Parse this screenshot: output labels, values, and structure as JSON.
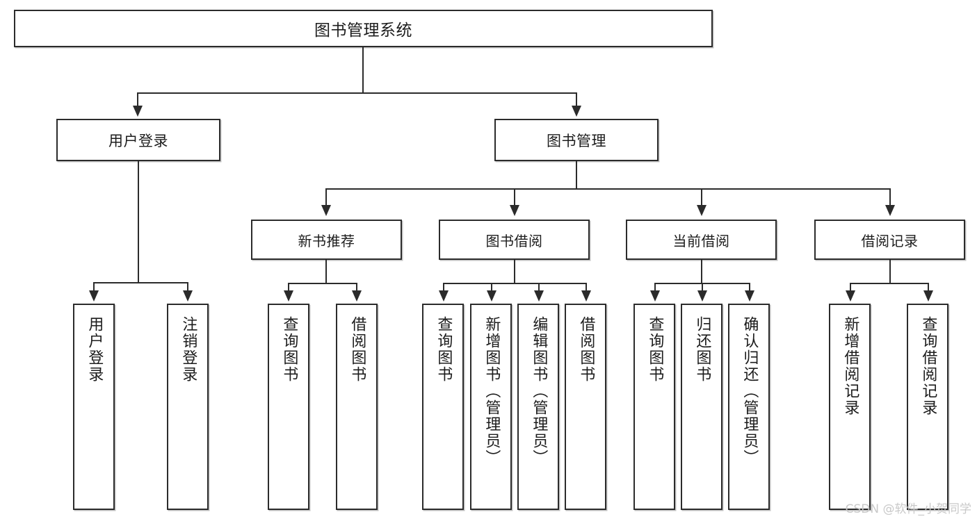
{
  "diagram": {
    "type": "tree-hierarchy",
    "title": "图书管理系统",
    "root": {
      "id": "root",
      "label": "图书管理系统"
    },
    "level1": [
      {
        "id": "user-login",
        "label": "用户登录"
      },
      {
        "id": "book-management",
        "label": "图书管理"
      }
    ],
    "level2": [
      {
        "id": "new-book-recommend",
        "label": "新书推荐",
        "parent": "book-management"
      },
      {
        "id": "book-borrow",
        "label": "图书借阅",
        "parent": "book-management"
      },
      {
        "id": "current-borrow",
        "label": "当前借阅",
        "parent": "book-management"
      },
      {
        "id": "borrow-record",
        "label": "借阅记录",
        "parent": "book-management"
      }
    ],
    "leaves": {
      "user-login": [
        {
          "id": "leaf-user-login",
          "label": "用户登录"
        },
        {
          "id": "leaf-user-logout",
          "label": "注销登录"
        }
      ],
      "new-book-recommend": [
        {
          "id": "leaf-query-book-1",
          "label": "查询图书"
        },
        {
          "id": "leaf-borrow-book-1",
          "label": "借阅图书"
        }
      ],
      "book-borrow": [
        {
          "id": "leaf-query-book-2",
          "label": "查询图书"
        },
        {
          "id": "leaf-add-book",
          "label": "新增图书（管理员）"
        },
        {
          "id": "leaf-edit-book",
          "label": "编辑图书（管理员）"
        },
        {
          "id": "leaf-borrow-book-2",
          "label": "借阅图书"
        }
      ],
      "current-borrow": [
        {
          "id": "leaf-query-book-3",
          "label": "查询图书"
        },
        {
          "id": "leaf-return-book",
          "label": "归还图书"
        },
        {
          "id": "leaf-confirm-return",
          "label": "确认归还（管理员）"
        }
      ],
      "borrow-record": [
        {
          "id": "leaf-add-record",
          "label": "新增借阅记录"
        },
        {
          "id": "leaf-query-record",
          "label": "查询借阅记录"
        }
      ]
    },
    "colors": {
      "stroke": "#2b2b2b",
      "fill": "#ffffff",
      "text": "#1c1c1c",
      "watermark": "#c9c9c9"
    }
  },
  "watermark": {
    "text": "CSDN @软件_小贺同学"
  }
}
